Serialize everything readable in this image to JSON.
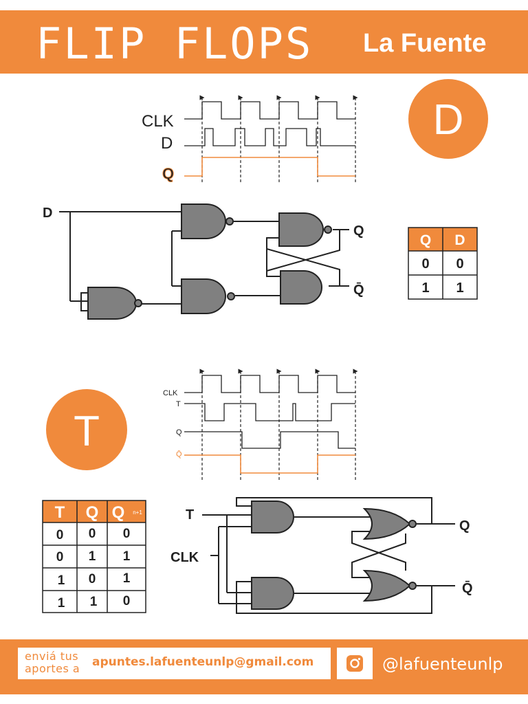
{
  "header": {
    "title": "FLIP FLOPS",
    "brand": "La Fuente"
  },
  "d_flipflop": {
    "badge": "D",
    "timing_signals": [
      "CLK",
      "D",
      "Q"
    ],
    "circuit_labels": {
      "input": "D",
      "out_q": "Q",
      "out_qbar": "Q̄"
    },
    "table": {
      "headers": [
        "Q",
        "D"
      ],
      "rows": [
        [
          "0",
          "0"
        ],
        [
          "1",
          "1"
        ]
      ]
    }
  },
  "t_flipflop": {
    "badge": "T",
    "timing_signals": [
      "CLK",
      "T",
      "Q",
      "Q̄"
    ],
    "circuit_labels": {
      "input_t": "T",
      "input_clk": "CLK",
      "out_q": "Q",
      "out_qbar": "Q̄"
    },
    "table": {
      "headers": [
        "T",
        "Q",
        "Q"
      ],
      "subscript": "n+1",
      "rows": [
        [
          "0",
          "0",
          "0"
        ],
        [
          "0",
          "1",
          "1"
        ],
        [
          "1",
          "0",
          "1"
        ],
        [
          "1",
          "1",
          "0"
        ]
      ]
    }
  },
  "footer": {
    "label": "enviá tus aportes a",
    "email": "apuntes.lafuenteunlp@gmail.com",
    "icon": "instagram-icon",
    "handle": "@lafuenteunlp"
  },
  "colors": {
    "accent": "#f08a3c",
    "gate_fill": "#808080",
    "line": "#222222"
  }
}
